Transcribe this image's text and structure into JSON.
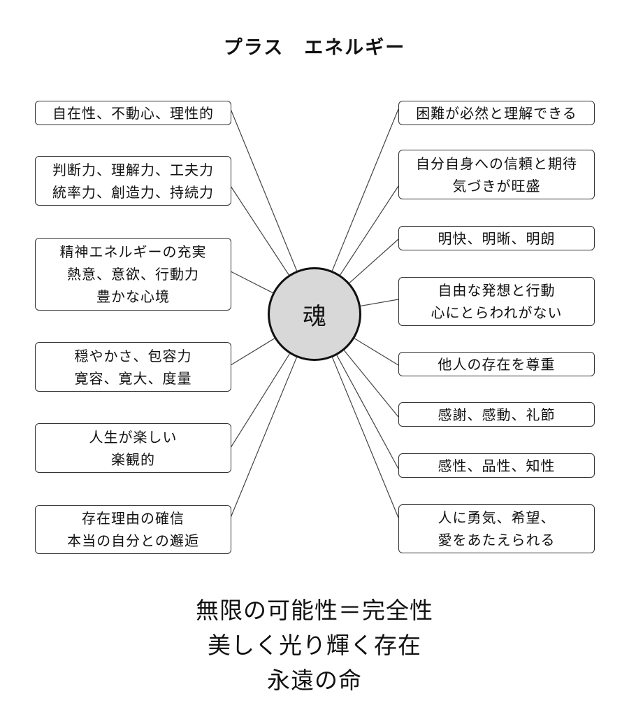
{
  "title": "プラス　エネルギー",
  "center": "魂",
  "left": [
    {
      "lines": [
        "自在性、不動心、理性的"
      ]
    },
    {
      "lines": [
        "判断力、理解力、工夫力",
        "統率力、創造力、持続力"
      ]
    },
    {
      "lines": [
        "精神エネルギーの充実",
        "熱意、意欲、行動力",
        "豊かな心境"
      ]
    },
    {
      "lines": [
        "穏やかさ、包容力",
        "寛容、寛大、度量"
      ]
    },
    {
      "lines": [
        "人生が楽しい",
        "楽観的"
      ]
    },
    {
      "lines": [
        "存在理由の確信",
        "本当の自分との邂逅"
      ]
    }
  ],
  "right": [
    {
      "lines": [
        "困難が必然と理解できる"
      ]
    },
    {
      "lines": [
        "自分自身への信頼と期待",
        "気づきが旺盛"
      ]
    },
    {
      "lines": [
        "明快、明晰、明朗"
      ]
    },
    {
      "lines": [
        "自由な発想と行動",
        "心にとらわれがない"
      ]
    },
    {
      "lines": [
        "他人の存在を尊重"
      ]
    },
    {
      "lines": [
        "感謝、感動、礼節"
      ]
    },
    {
      "lines": [
        "感性、品性、知性"
      ]
    },
    {
      "lines": [
        "人に勇気、希望、",
        "愛をあたえられる"
      ]
    }
  ],
  "footer": [
    "無限の可能性＝完全性",
    "美しく光り輝く存在",
    "永遠の命"
  ]
}
